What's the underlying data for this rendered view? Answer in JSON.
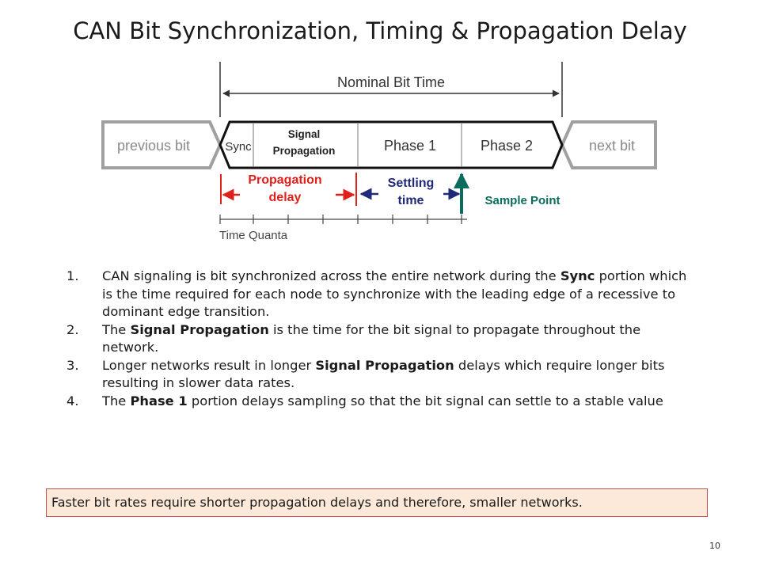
{
  "slide": {
    "title": "CAN Bit Synchronization, Timing & Propagation Delay",
    "page_number": "10"
  },
  "diagram": {
    "nominal_bit_time": "Nominal Bit Time",
    "previous_bit": "previous bit",
    "next_bit": "next bit",
    "segments": {
      "sync": "Sync",
      "signal_line1": "Signal",
      "signal_line2": "Propagation",
      "phase1": "Phase 1",
      "phase2": "Phase 2"
    },
    "propagation_delay_line1": "Propagation",
    "propagation_delay_line2": "delay",
    "settling_line1": "Settling",
    "settling_line2": "time",
    "sample_point": "Sample Point",
    "time_quanta": "Time Quanta",
    "colors": {
      "red": "#e0201b",
      "navy": "#1f2a78",
      "teal": "#0b6b5e",
      "gray": "#9a9a9a"
    }
  },
  "list": [
    {
      "num": "1.",
      "parts": [
        "CAN signaling is bit synchronized across the entire network during the ",
        "Sync",
        " portion which is the time required for each node to synchronize with the leading edge of a recessive to dominant edge transition."
      ]
    },
    {
      "num": "2.",
      "parts": [
        "The ",
        "Signal Propagation",
        " is the time for the bit signal to propagate throughout the network."
      ]
    },
    {
      "num": "3.",
      "parts": [
        "Longer networks result in longer ",
        "Signal Propagation",
        " delays which require longer bits resulting in slower data rates."
      ]
    },
    {
      "num": "4.",
      "parts": [
        "The ",
        "Phase 1",
        " portion delays sampling so that the bit signal can settle to a stable value"
      ]
    }
  ],
  "callout": "Faster bit rates require shorter propagation delays and therefore, smaller networks."
}
